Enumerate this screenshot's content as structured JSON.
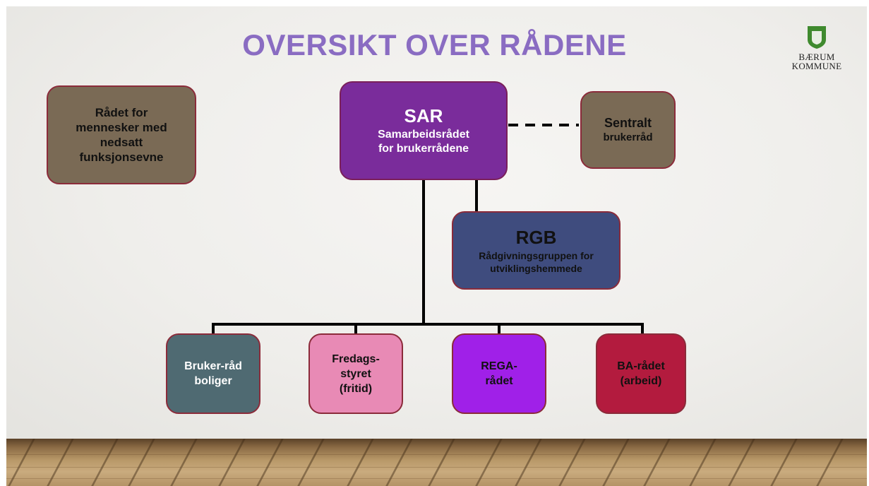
{
  "slide": {
    "title": "OVERSIKT OVER RÅDENE",
    "logo": {
      "icon": "shield-crest-icon",
      "line1": "BÆRUM",
      "line2": "KOMMUNE",
      "color": "#3f8a2e"
    }
  },
  "boxes": {
    "rad_nedsatt": {
      "lines": [
        "Rådet for",
        "mennesker med",
        "nedsatt",
        "funksjonsevne"
      ],
      "color": "#7a6a55"
    },
    "sar": {
      "title": "SAR",
      "subtitle": [
        "Samarbeidsrådet",
        "for brukerrådene"
      ],
      "color": "#7a2c9b"
    },
    "sentralt": {
      "lines": [
        "Sentralt",
        "brukerråd"
      ],
      "color": "#7a6a55"
    },
    "rgb": {
      "title": "RGB",
      "subtitle": [
        "Rådgivningsgruppen for",
        "utviklingshemmede"
      ],
      "color": "#3f4c7e"
    },
    "bruker_rad": {
      "lines": [
        "Bruker-råd",
        "boliger"
      ],
      "color": "#4f6a72"
    },
    "fredags": {
      "lines": [
        "Fredags-",
        "styret",
        "(fritid)"
      ],
      "color": "#e88ab5"
    },
    "rega": {
      "lines": [
        "REGA-",
        "rådet"
      ],
      "color": "#a020e8"
    },
    "ba": {
      "lines": [
        "BA-rådet",
        "(arbeid)"
      ],
      "color": "#b31b3e"
    }
  },
  "connections": [
    {
      "from": "SAR",
      "to": "Sentralt brukerråd",
      "style": "dashed"
    },
    {
      "from": "SAR",
      "to": "RGB",
      "style": "solid"
    },
    {
      "from": "SAR",
      "to": "Bruker-råd boliger",
      "style": "solid"
    },
    {
      "from": "SAR",
      "to": "Fredags-styret (fritid)",
      "style": "solid"
    },
    {
      "from": "SAR",
      "to": "REGA-rådet",
      "style": "solid"
    },
    {
      "from": "SAR",
      "to": "BA-rådet (arbeid)",
      "style": "solid"
    }
  ]
}
